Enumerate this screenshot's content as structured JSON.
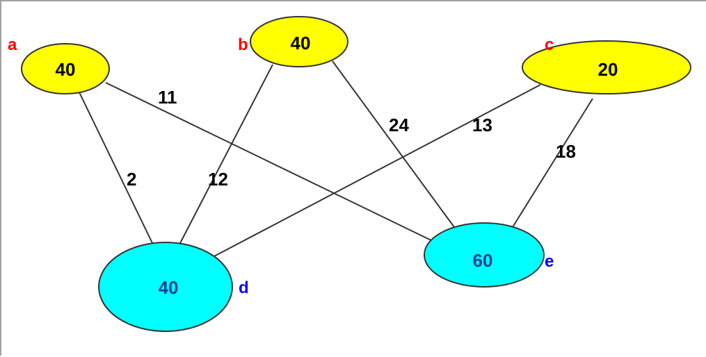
{
  "graph": {
    "colors": {
      "yellow_fill": "#ffff00",
      "cyan_fill": "#00ffff",
      "stroke": "#333333",
      "edge": "#333333",
      "red_label": "#ff0000",
      "blue_label": "#0000ff",
      "dark_value": "#000000",
      "blue_value": "#0040a0"
    },
    "nodes": [
      {
        "id": "a",
        "name": "a",
        "value": "40",
        "fill": "yellow"
      },
      {
        "id": "b",
        "name": "b",
        "value": "40",
        "fill": "yellow"
      },
      {
        "id": "c",
        "name": "c",
        "value": "20",
        "fill": "yellow"
      },
      {
        "id": "d",
        "name": "d",
        "value": "40",
        "fill": "cyan"
      },
      {
        "id": "e",
        "name": "e",
        "value": "60",
        "fill": "cyan"
      }
    ],
    "edges": [
      {
        "from": "a",
        "to": "d",
        "weight": "2"
      },
      {
        "from": "b",
        "to": "d",
        "weight": "12"
      },
      {
        "from": "a",
        "to": "e",
        "weight": "11"
      },
      {
        "from": "c",
        "to": "d",
        "weight": "13"
      },
      {
        "from": "b",
        "to": "e",
        "weight": "24"
      },
      {
        "from": "c",
        "to": "e",
        "weight": "18"
      }
    ]
  }
}
